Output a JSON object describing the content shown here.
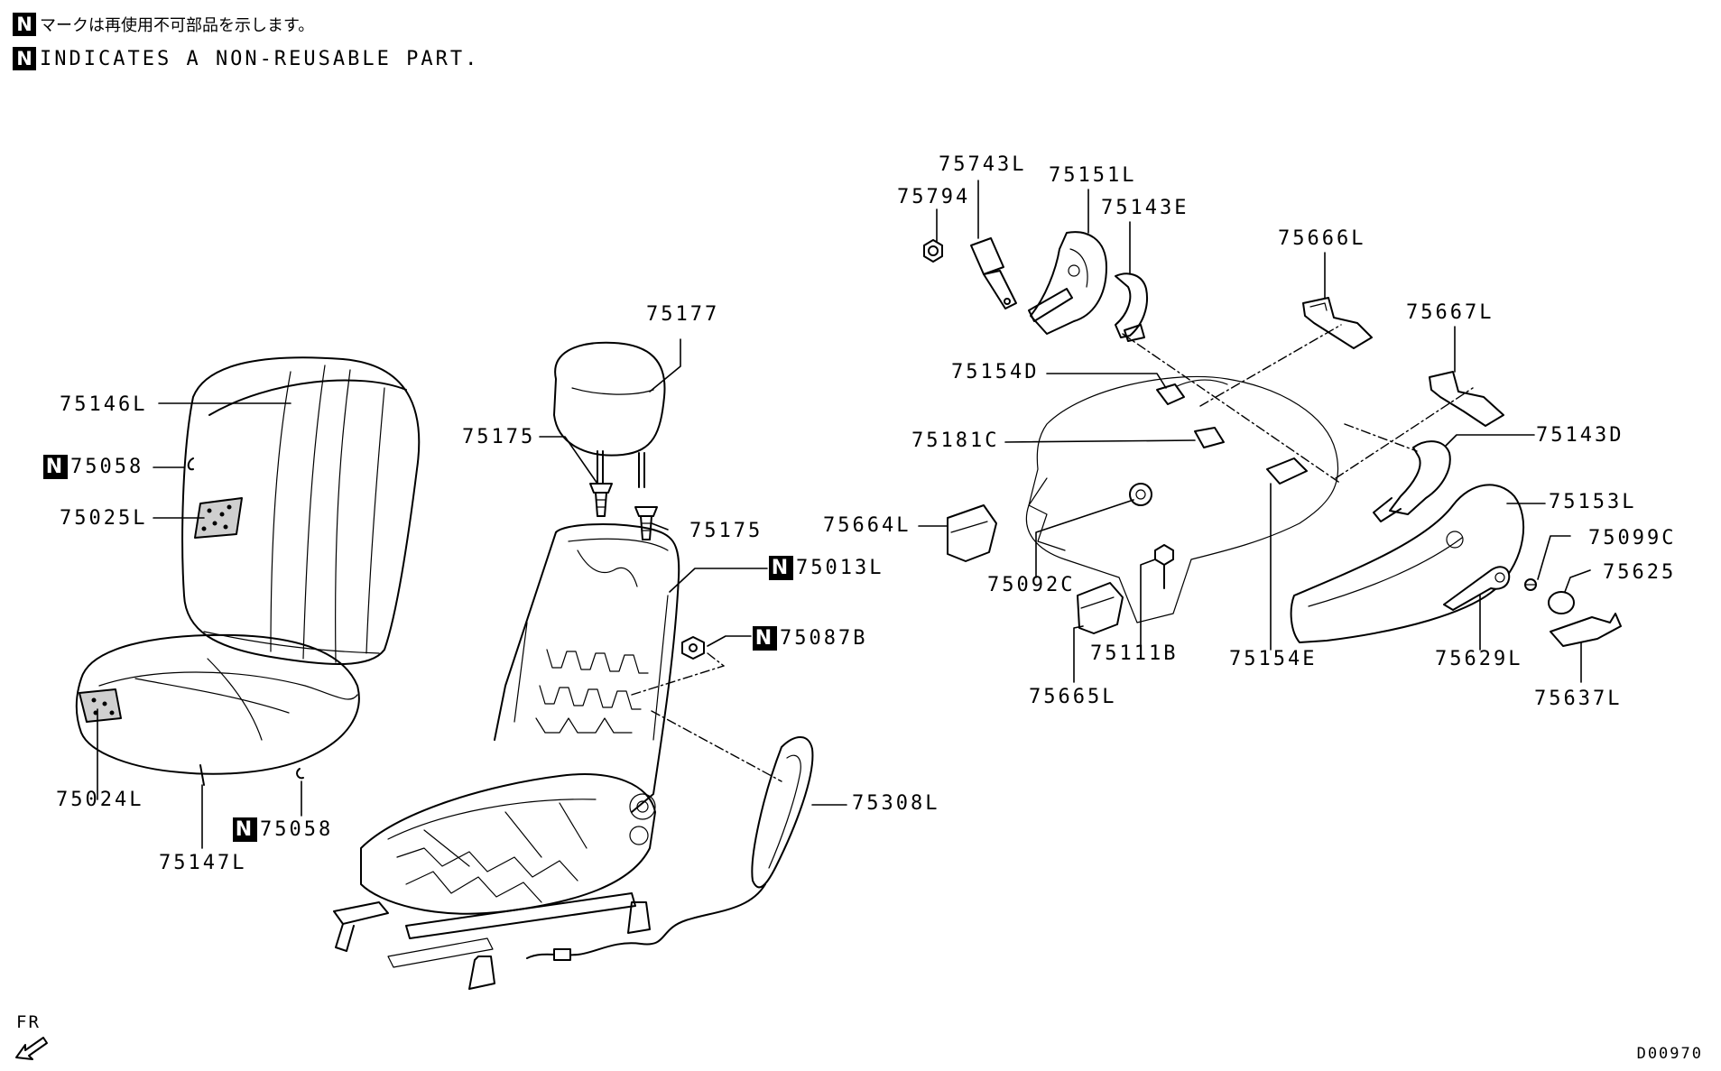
{
  "legend": {
    "badge": "N",
    "japanese": "マークは再使用不可部品を示します。",
    "english": "INDICATES A NON-REUSABLE PART."
  },
  "callouts": {
    "p75177": "75177",
    "p75146L": "75146L",
    "p75058a": "75058",
    "p75025L": "75025L",
    "p75175a": "75175",
    "p75175b": "75175",
    "p75013L": "75013L",
    "p75087B": "75087B",
    "p75024L": "75024L",
    "p75147L": "75147L",
    "p75058b": "75058",
    "p75308L": "75308L",
    "p75743L": "75743L",
    "p75151L": "75151L",
    "p75794": "75794",
    "p75143E": "75143E",
    "p75666L": "75666L",
    "p75667L": "75667L",
    "p75154D": "75154D",
    "p75181C": "75181C",
    "p75143D": "75143D",
    "p75664L": "75664L",
    "p75153L": "75153L",
    "p75099C": "75099C",
    "p75625": "75625",
    "p75092C": "75092C",
    "p75111B": "75111B",
    "p75154E": "75154E",
    "p75629L": "75629L",
    "p75665L": "75665L",
    "p75637L": "75637L"
  },
  "direction_label": "FR",
  "diagram_id": "D00970"
}
